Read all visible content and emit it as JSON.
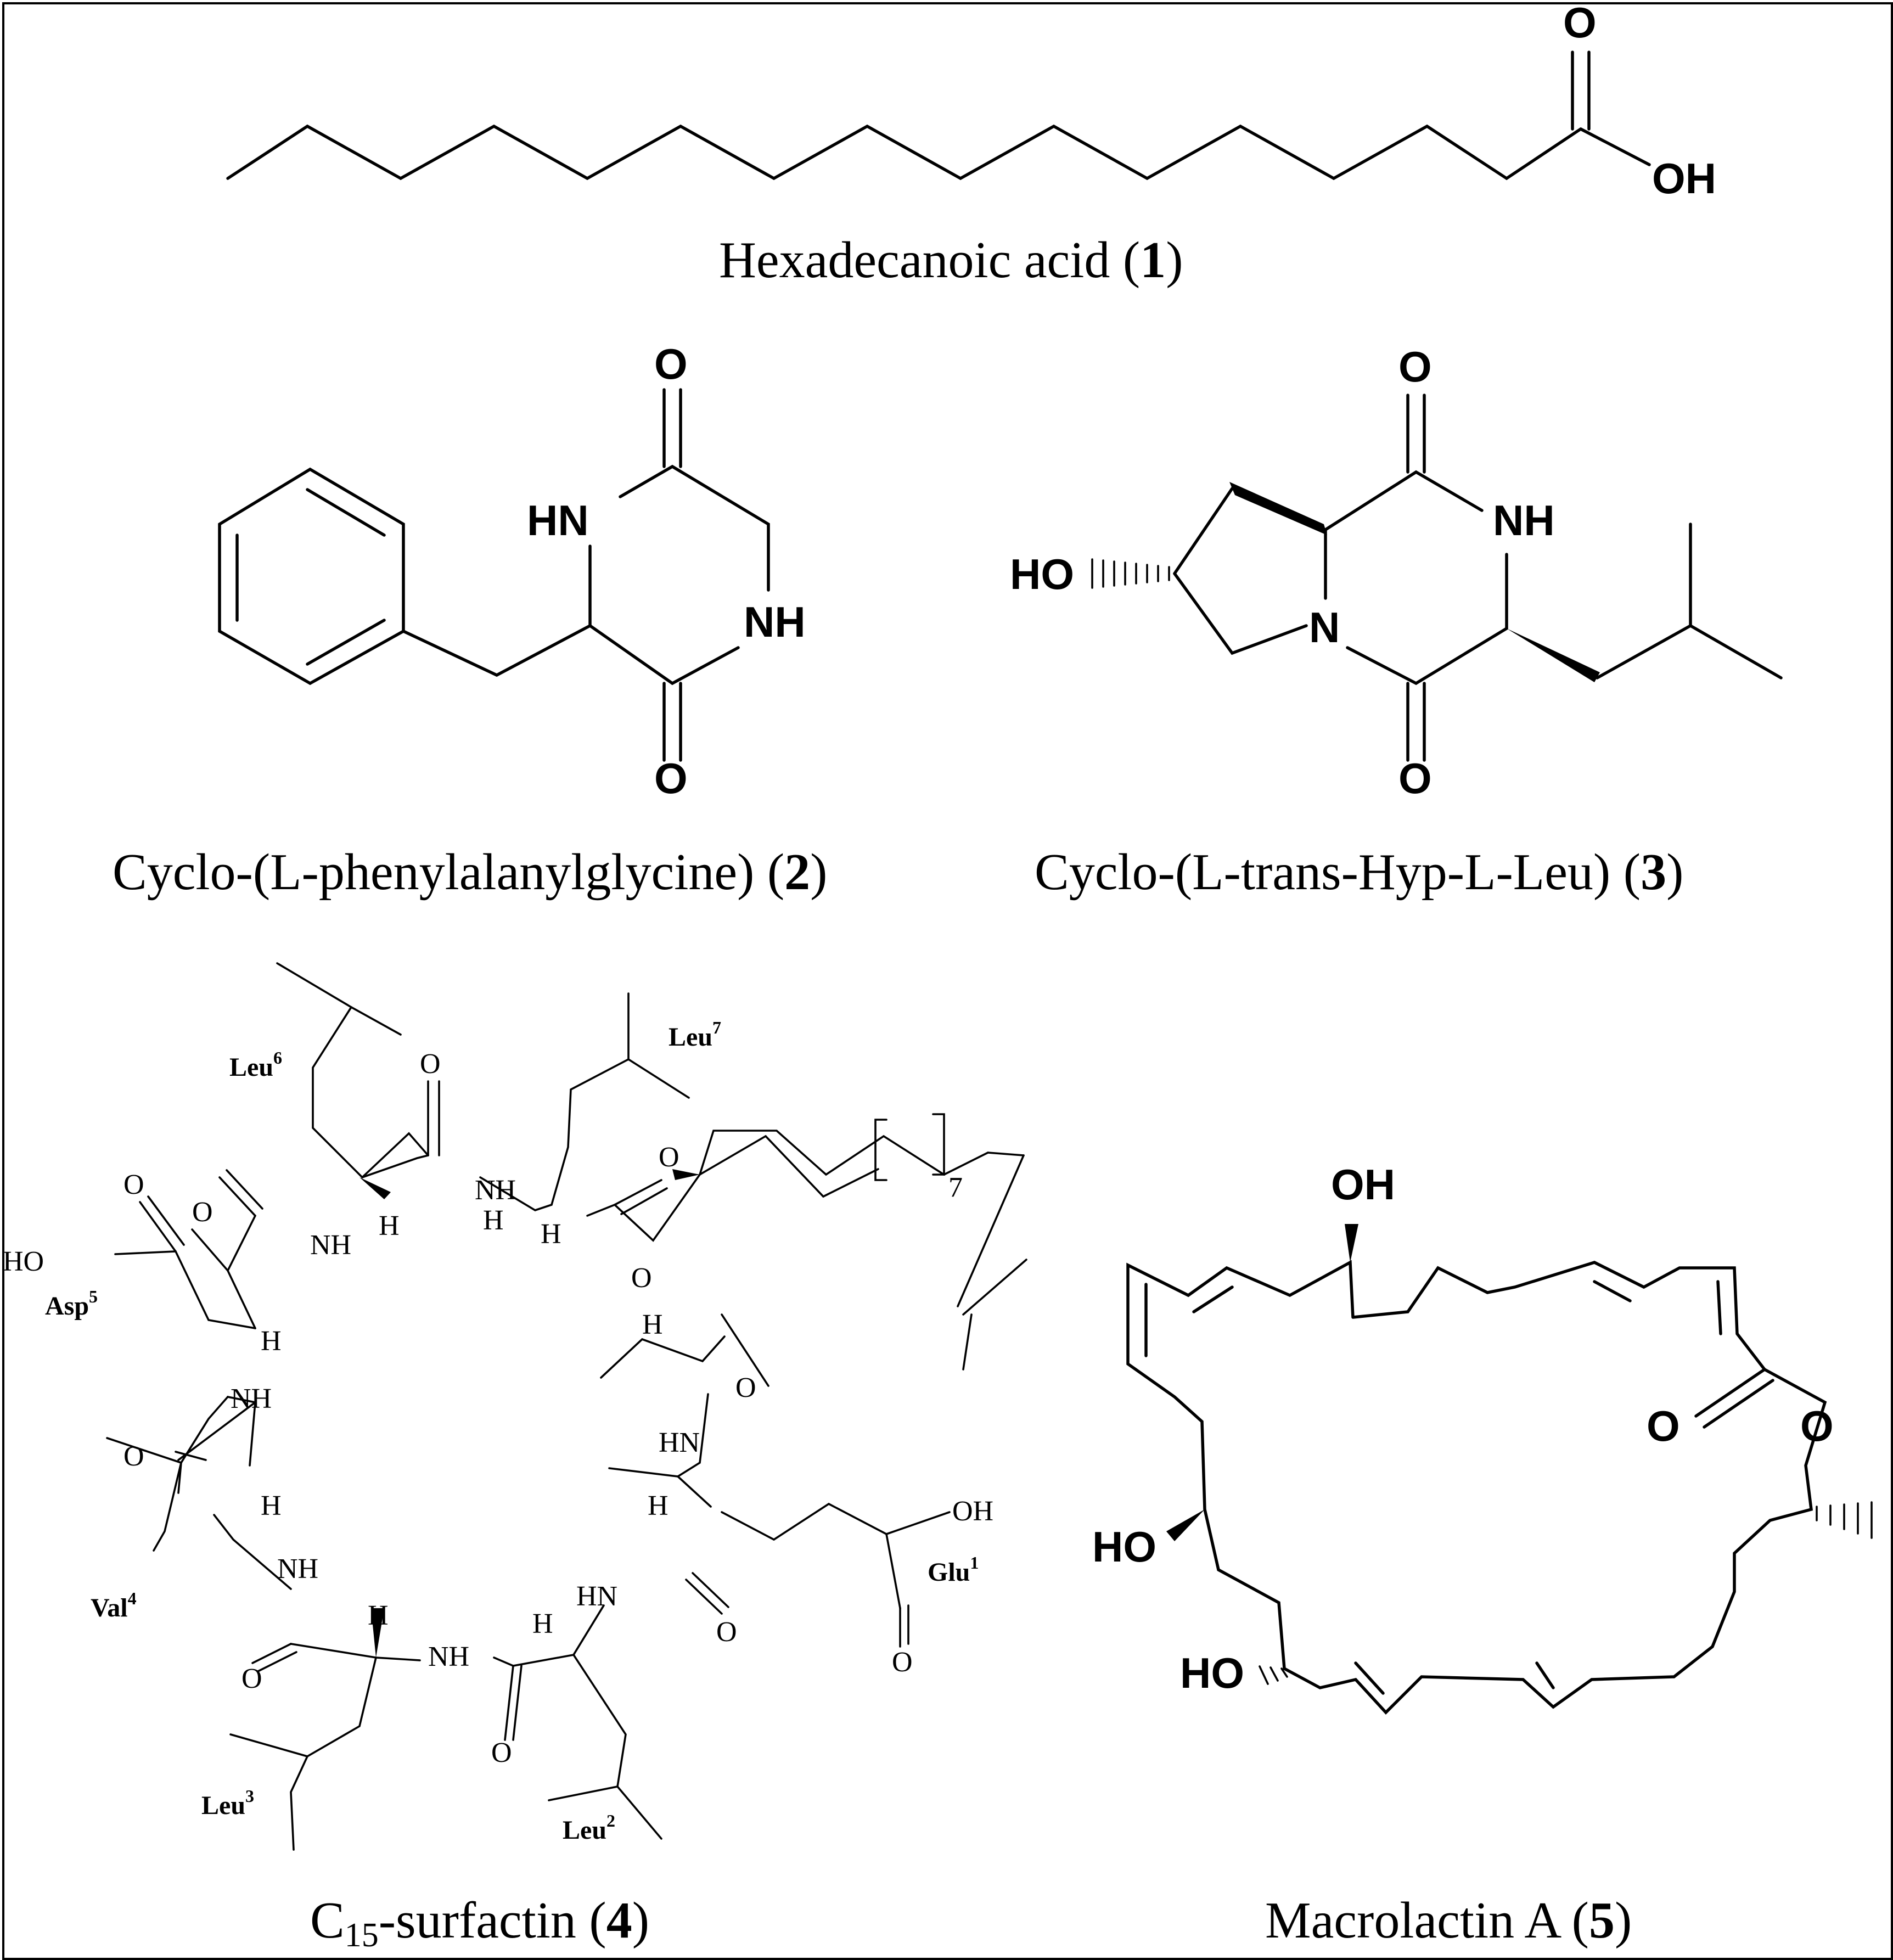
{
  "compounds": [
    {
      "name": "Hexadecanoic acid",
      "number": "1"
    },
    {
      "name": "Cyclo-(L-phenylalanylglycine)",
      "number": "2"
    },
    {
      "name": "Cyclo-(L-trans-Hyp-L-Leu)",
      "number": "3"
    },
    {
      "name_prefix": "C",
      "name_sub": "15",
      "name": "-surfactin",
      "number": "4"
    },
    {
      "name": "Macrolactin A",
      "number": "5"
    }
  ],
  "atoms": {
    "o": "O",
    "oh": "OH",
    "ho": "HO",
    "hn": "HN",
    "nh": "NH",
    "n": "N",
    "h": "H"
  },
  "residues": {
    "leu6": "Leu",
    "leu6_sup": "6",
    "leu7": "Leu",
    "leu7_sup": "7",
    "asp5": "Asp",
    "asp5_sup": "5",
    "val4": "Val",
    "val4_sup": "4",
    "leu3": "Leu",
    "leu3_sup": "3",
    "leu2": "Leu",
    "leu2_sup": "2",
    "glu1": "Glu",
    "glu1_sup": "1",
    "bracket_n": "7"
  }
}
